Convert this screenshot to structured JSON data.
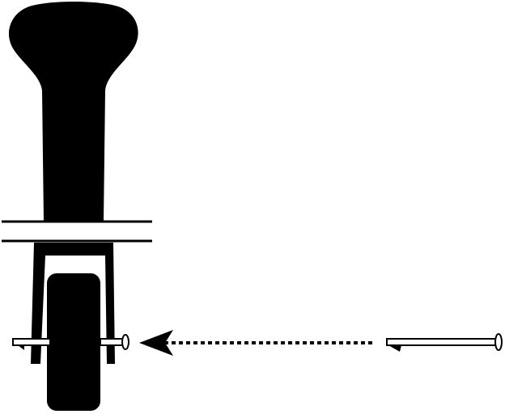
{
  "diagram": {
    "subject": "wheel-axle-pin-insertion",
    "colors": {
      "ink": "#000000",
      "paper": "#ffffff"
    },
    "elements": [
      {
        "id": "handle",
        "icon": "handle-knob-icon"
      },
      {
        "id": "mount-plate",
        "icon": "mounting-plate-icon"
      },
      {
        "id": "fork",
        "icon": "wheel-fork-icon"
      },
      {
        "id": "wheel",
        "icon": "wheel-icon"
      },
      {
        "id": "installed-pin",
        "icon": "axle-pin-icon"
      },
      {
        "id": "direction",
        "icon": "dashed-arrow-left-icon"
      },
      {
        "id": "loose-pin",
        "icon": "axle-pin-icon"
      }
    ]
  }
}
